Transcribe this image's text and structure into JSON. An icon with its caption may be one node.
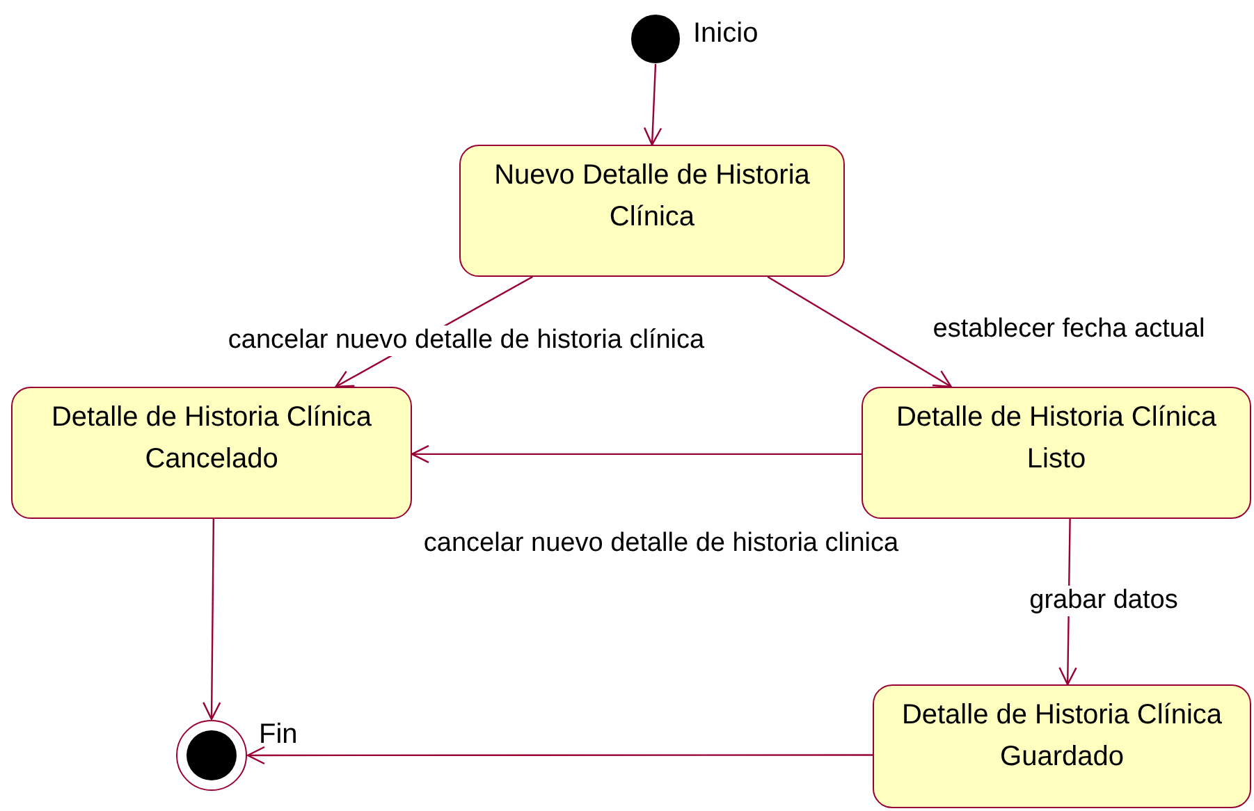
{
  "diagram": {
    "nodes": [
      {
        "text": [],
        "shape": "circle",
        "beside": [
          "Inicio"
        ]
      },
      {
        "text": [
          "Nuevo Detalle de Historia Clínica"
        ]
      },
      {
        "text": [
          "Detalle de Historia Clínica Cancelado"
        ]
      },
      {
        "text": [
          "Detalle de Historia Clínica Listo"
        ]
      },
      {
        "text": [
          "Detalle de Historia Clínica Guardado"
        ]
      },
      {
        "text": [],
        "shape": "bullseye",
        "beside": [
          "Fin"
        ]
      }
    ],
    "edges": [
      {
        "from": 0,
        "to": 1,
        "arrow": "to"
      },
      {
        "from": 1,
        "to": 2,
        "arrow": "to",
        "label": "cancelar nuevo detalle de historia clínica"
      },
      {
        "from": 1,
        "to": 3,
        "arrow": "to",
        "label": "establecer fecha actual"
      },
      {
        "from": 3,
        "to": 2,
        "arrow": "to",
        "label": "cancelar nuevo detalle de historia clinica"
      },
      {
        "from": 3,
        "to": 4,
        "arrow": "to",
        "label": "grabar datos"
      },
      {
        "from": 2,
        "to": 5,
        "arrow": "to"
      },
      {
        "from": 4,
        "to": 5,
        "arrow": "to"
      }
    ]
  }
}
